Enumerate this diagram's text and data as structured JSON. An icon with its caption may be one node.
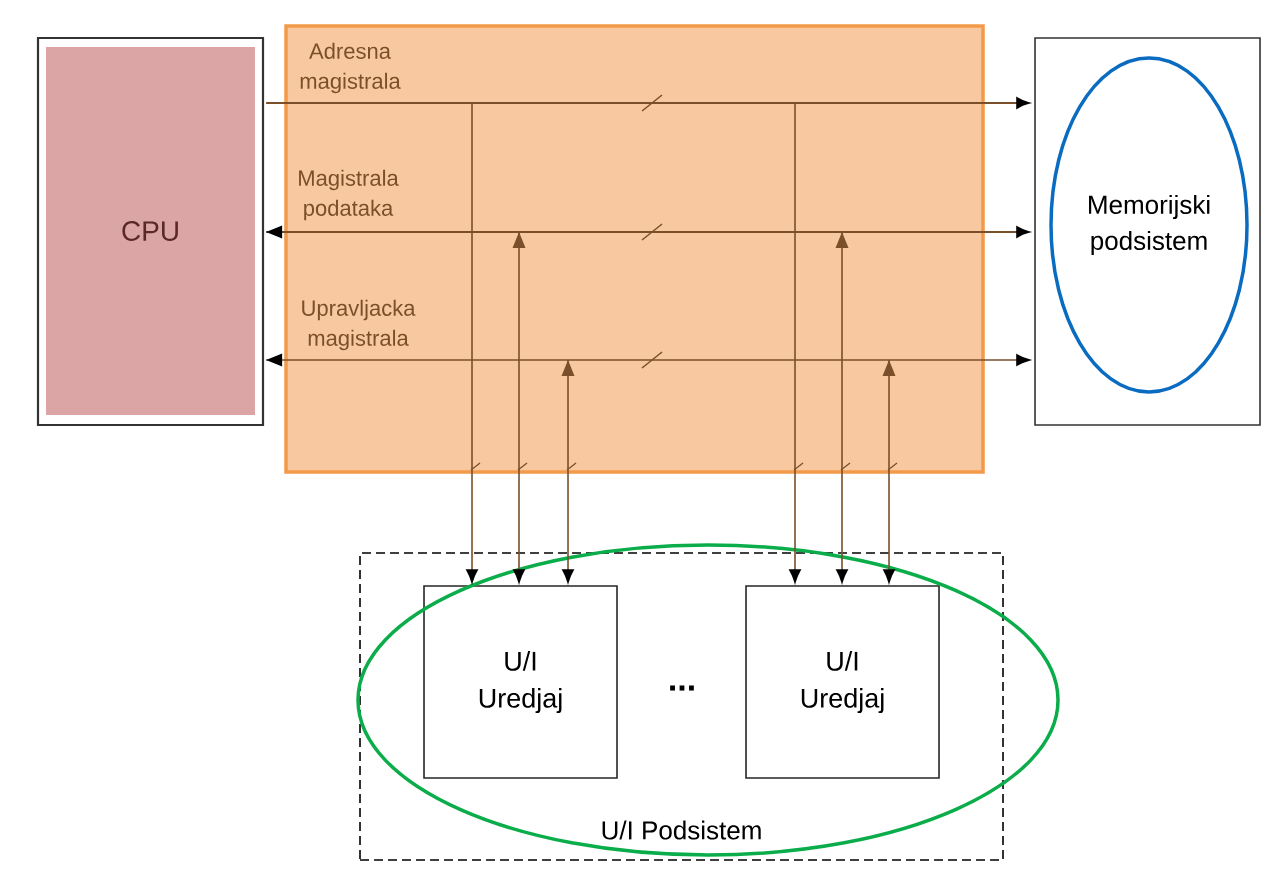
{
  "diagram": {
    "nodes": [
      {
        "text": [],
        "shape": "box"
      },
      {
        "text": [
          "CPU"
        ],
        "in": 0
      },
      {
        "text": [],
        "shape": "box"
      },
      {
        "text": [
          "Memorijski podsistem"
        ],
        "in": 2
      },
      {
        "text": [
          "U/I Podsistem"
        ]
      },
      {
        "text": [
          "U/I Uredjaj"
        ],
        "in": 4
      },
      {
        "text": [
          "U/I Uredjaj"
        ],
        "in": 4
      }
    ],
    "edges": [
      {
        "from": 0,
        "to": 2,
        "arrow": "to",
        "label": "Adresna magistrala"
      },
      {
        "from": 0,
        "to": 2,
        "arrow": "both",
        "label": "Magistrala podataka"
      },
      {
        "from": 0,
        "to": 2,
        "arrow": "both",
        "label": "Upravljacka magistrala"
      },
      {
        "from": null,
        "to": 5,
        "arrow": "to"
      },
      {
        "from": null,
        "to": 5,
        "arrow": "both"
      },
      {
        "from": null,
        "to": 5,
        "arrow": "both"
      },
      {
        "from": null,
        "to": 6,
        "arrow": "to"
      },
      {
        "from": null,
        "to": 6,
        "arrow": "both"
      },
      {
        "from": null,
        "to": 6,
        "arrow": "both"
      }
    ],
    "labels": [
      "..."
    ]
  }
}
